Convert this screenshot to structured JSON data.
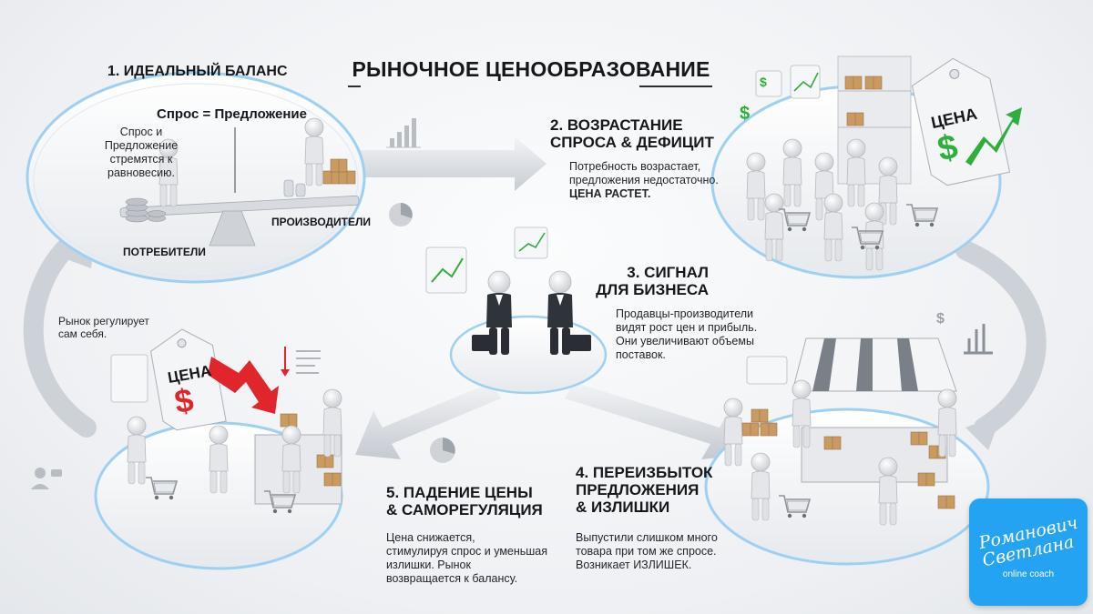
{
  "title": "РЫНОЧНОЕ ЦЕНООБРАЗОВАНИЕ",
  "step1": {
    "heading": "1. ИДЕАЛЬНЫЙ БАЛАНС",
    "equation": "Спрос = Предложение",
    "description": [
      "Спрос и",
      "Предложение",
      "стремятся к",
      "равновесию."
    ],
    "consumers_label": "ПОТРЕБИТЕЛИ",
    "producers_label": "ПРОИЗВОДИТЕЛИ"
  },
  "step2": {
    "heading": [
      "2. ВОЗРАСТАНИЕ",
      "СПРОСА & ДЕФИЦИТ"
    ],
    "description": [
      "Потребность возрастает,",
      "предложения недостаточно."
    ],
    "emphasis": "ЦЕНА РАСТЕТ.",
    "price_tag": "ЦЕНА",
    "currency": "$"
  },
  "step3": {
    "heading": [
      "3. СИГНАЛ",
      "ДЛЯ БИЗНЕСА"
    ],
    "description": [
      "Продавцы-производители",
      "видят рост цен и прибыль.",
      "Они увеличивают объемы",
      "поставок."
    ]
  },
  "step4": {
    "heading": [
      "4. ПЕРЕИЗБЫТОК",
      "ПРЕДЛОЖЕНИЯ",
      "& ИЗЛИШКИ"
    ],
    "description": [
      "Выпустили слишком много",
      "товара при том же спросе.",
      "Возникает ИЗЛИШЕК."
    ]
  },
  "step5": {
    "heading": [
      "5. ПАДЕНИЕ ЦЕНЫ",
      "& САМОРЕГУЛЯЦИЯ"
    ],
    "description": [
      "Цена снижается,",
      "стимулируя спрос и уменьшая",
      "излишки. Рынок",
      "возвращается к балансу."
    ],
    "price_tag": "ЦЕНА",
    "currency": "$"
  },
  "side_note": [
    "Рынок регулирует",
    "сам себя."
  ],
  "logo": {
    "line1": "Романович",
    "line2": "Светлана",
    "line3": "online coach",
    "color": "#24a3f2"
  },
  "colors": {
    "up": "#2fae3b",
    "down": "#e0262b",
    "ring": "#8fc8ee",
    "arrow": "#cfd4da"
  }
}
